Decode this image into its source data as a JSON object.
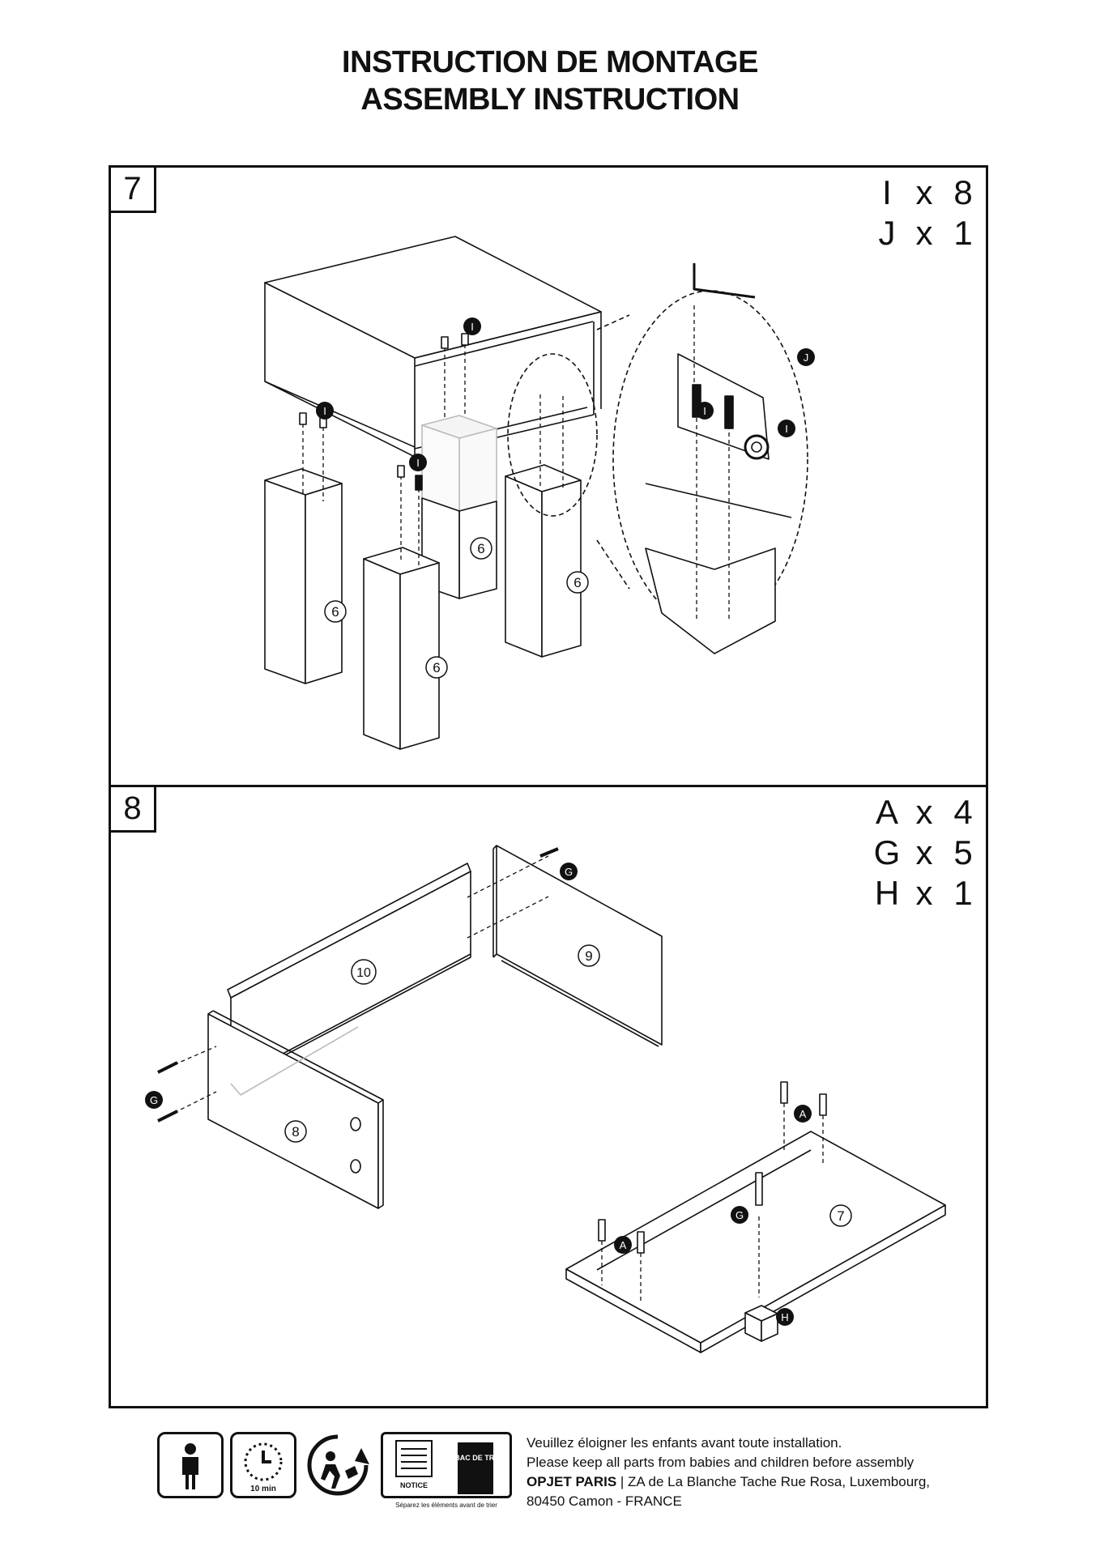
{
  "header": {
    "title_fr": "INSTRUCTION DE MONTAGE",
    "title_en": "ASSEMBLY INSTRUCTION"
  },
  "steps": [
    {
      "number": "7",
      "parts": [
        {
          "id": "I",
          "x": "x",
          "qty": "8"
        },
        {
          "id": "J",
          "x": "x",
          "qty": "1"
        }
      ],
      "callouts": {
        "screw": "I",
        "key": "J",
        "leg": "6"
      }
    },
    {
      "number": "8",
      "parts": [
        {
          "id": "A",
          "x": "x",
          "qty": "4"
        },
        {
          "id": "G",
          "x": "x",
          "qty": "5"
        },
        {
          "id": "H",
          "x": "x",
          "qty": "1"
        }
      ],
      "callouts": {
        "p10": "10",
        "p9": "9",
        "p8": "8",
        "p7": "7",
        "g": "G",
        "a": "A",
        "h": "H"
      }
    }
  ],
  "footer": {
    "time_label": "10 min",
    "notice_label": "NOTICE",
    "bin_label": "BAC DE TRI",
    "sort_caption": "Séparez les éléments avant de trier",
    "line1": "Veuillez éloigner les enfants avant toute installation.",
    "line2": "Please keep all parts from babies and children before assembly",
    "brand": "OPJET PARIS",
    "address1": " | ZA de La Blanche Tache Rue Rosa, Luxembourg,",
    "address2": "80450 Camon - FRANCE"
  }
}
